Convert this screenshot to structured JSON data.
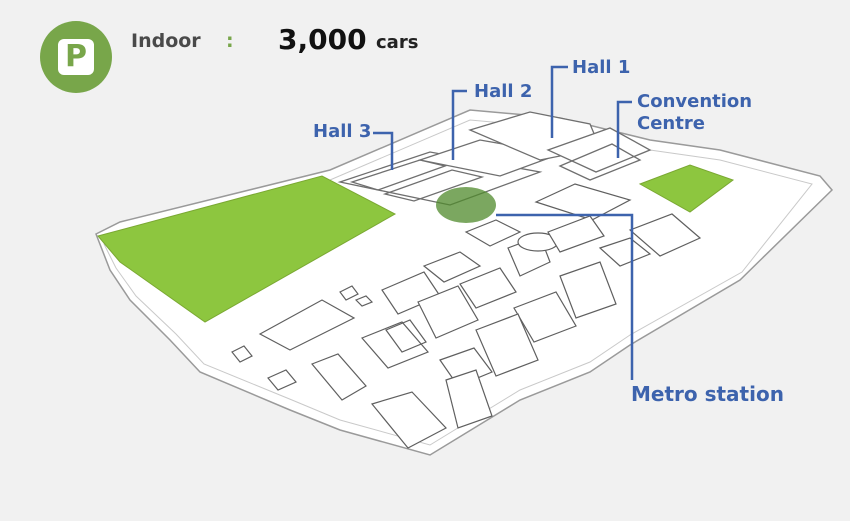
{
  "parking": {
    "icon": "parking-icon",
    "icon_letter": "P",
    "label": "Indoor",
    "separator": ":",
    "count": "3,000",
    "unit": "cars"
  },
  "colors": {
    "background": "#f1f1f1",
    "accent_green": "#78a64a",
    "parking_area_green": "#8dc63f",
    "metro_zone_green": "#4f8a2b",
    "label_blue": "#3d63ad"
  },
  "callouts": {
    "hall3": "Hall 3",
    "hall2": "Hall 2",
    "hall1": "Hall 1",
    "convention_line1": "Convention",
    "convention_line2": "Centre",
    "metro": "Metro station"
  }
}
